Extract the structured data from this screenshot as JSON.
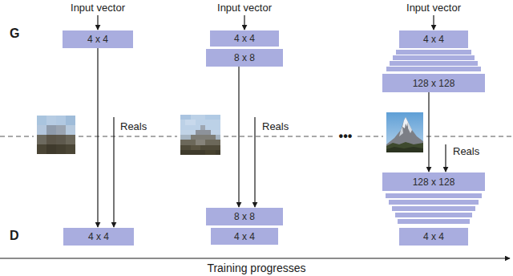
{
  "diagram": {
    "nodes": [
      {
        "text": [
          "4 x 4"
        ]
      },
      {
        "text": [
          "4 x 4"
        ]
      },
      {
        "text": [
          "8 x 8"
        ]
      },
      {
        "text": [
          "4 x 4"
        ]
      },
      {
        "text": [
          "128 x 128"
        ]
      },
      {
        "text": [
          "4 x 4"
        ]
      },
      {
        "text": [
          "8 x 8"
        ]
      },
      {
        "text": [
          "4 x 4"
        ]
      },
      {
        "text": [
          "128 x 128"
        ]
      },
      {
        "text": [
          "4 x 4"
        ]
      }
    ],
    "edges": [
      {
        "from": 0,
        "to": 5,
        "arrow": "to"
      },
      {
        "from": 2,
        "to": 6,
        "arrow": "to"
      },
      {
        "from": 4,
        "to": 8,
        "arrow": "to"
      }
    ],
    "labels": [
      "Input vector",
      "Input vector",
      "Input vector",
      "G",
      "Reals",
      "Reals",
      "•••",
      "Reals",
      "D",
      "Training progresses"
    ]
  }
}
